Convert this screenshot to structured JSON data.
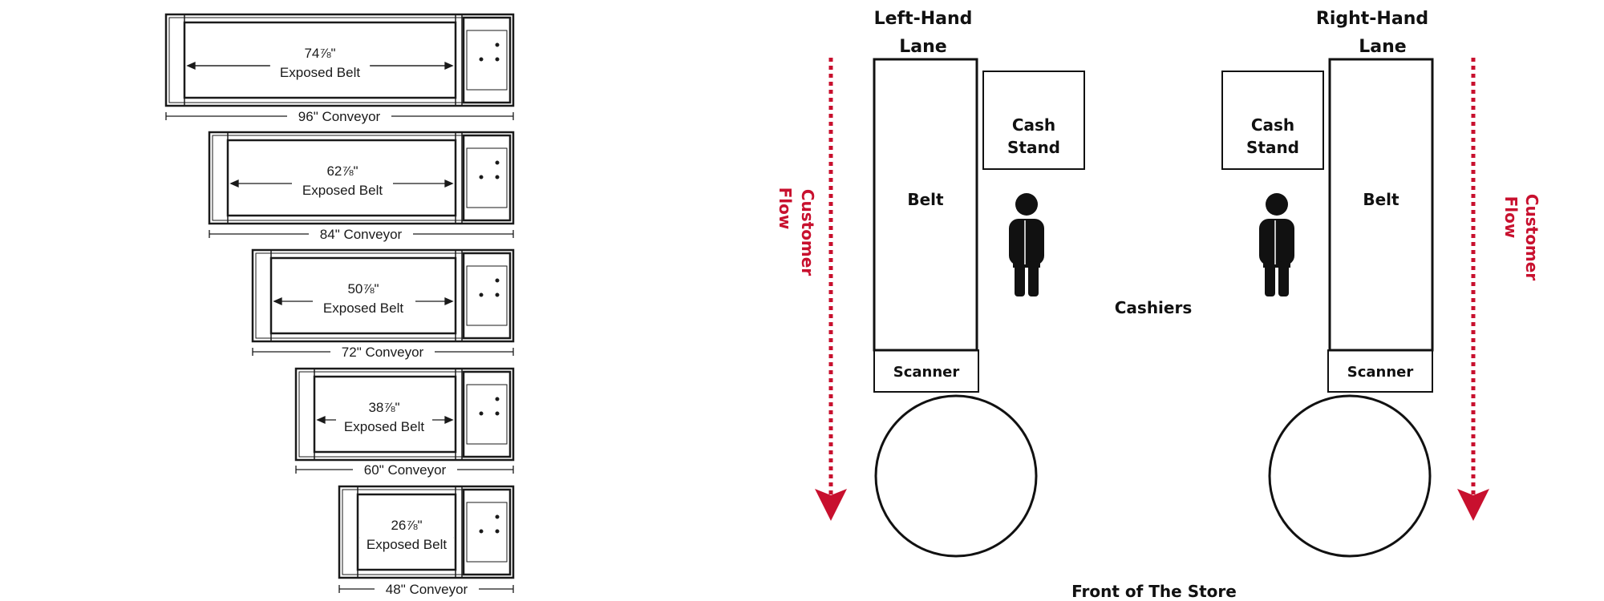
{
  "colors": {
    "line": "#1a1a1a",
    "accent": "#c8102e",
    "person": "#111111"
  },
  "conveyors": [
    {
      "belt": "74⅞\"",
      "belt_label": "Exposed Belt",
      "conveyor": "96\" Conveyor"
    },
    {
      "belt": "62⅞\"",
      "belt_label": "Exposed Belt",
      "conveyor": "84\" Conveyor"
    },
    {
      "belt": "50⅞\"",
      "belt_label": "Exposed Belt",
      "conveyor": "72\" Conveyor"
    },
    {
      "belt": "38⅞\"",
      "belt_label": "Exposed Belt",
      "conveyor": "60\" Conveyor"
    },
    {
      "belt": "26⅞\"",
      "belt_label": "Exposed Belt",
      "conveyor": "48\" Conveyor"
    }
  ],
  "layout": {
    "left_lane": {
      "title_line1": "Left-Hand",
      "title_line2": "Lane",
      "belt": "Belt",
      "cash_stand_line1": "Cash",
      "cash_stand_line2": "Stand",
      "scanner": "Scanner"
    },
    "right_lane": {
      "title_line1": "Right-Hand",
      "title_line2": "Lane",
      "belt": "Belt",
      "cash_stand_line1": "Cash",
      "cash_stand_line2": "Stand",
      "scanner": "Scanner"
    },
    "flow_line1": "Customer",
    "flow_line2": "Flow",
    "cashiers": "Cashiers",
    "front": "Front of The Store"
  }
}
